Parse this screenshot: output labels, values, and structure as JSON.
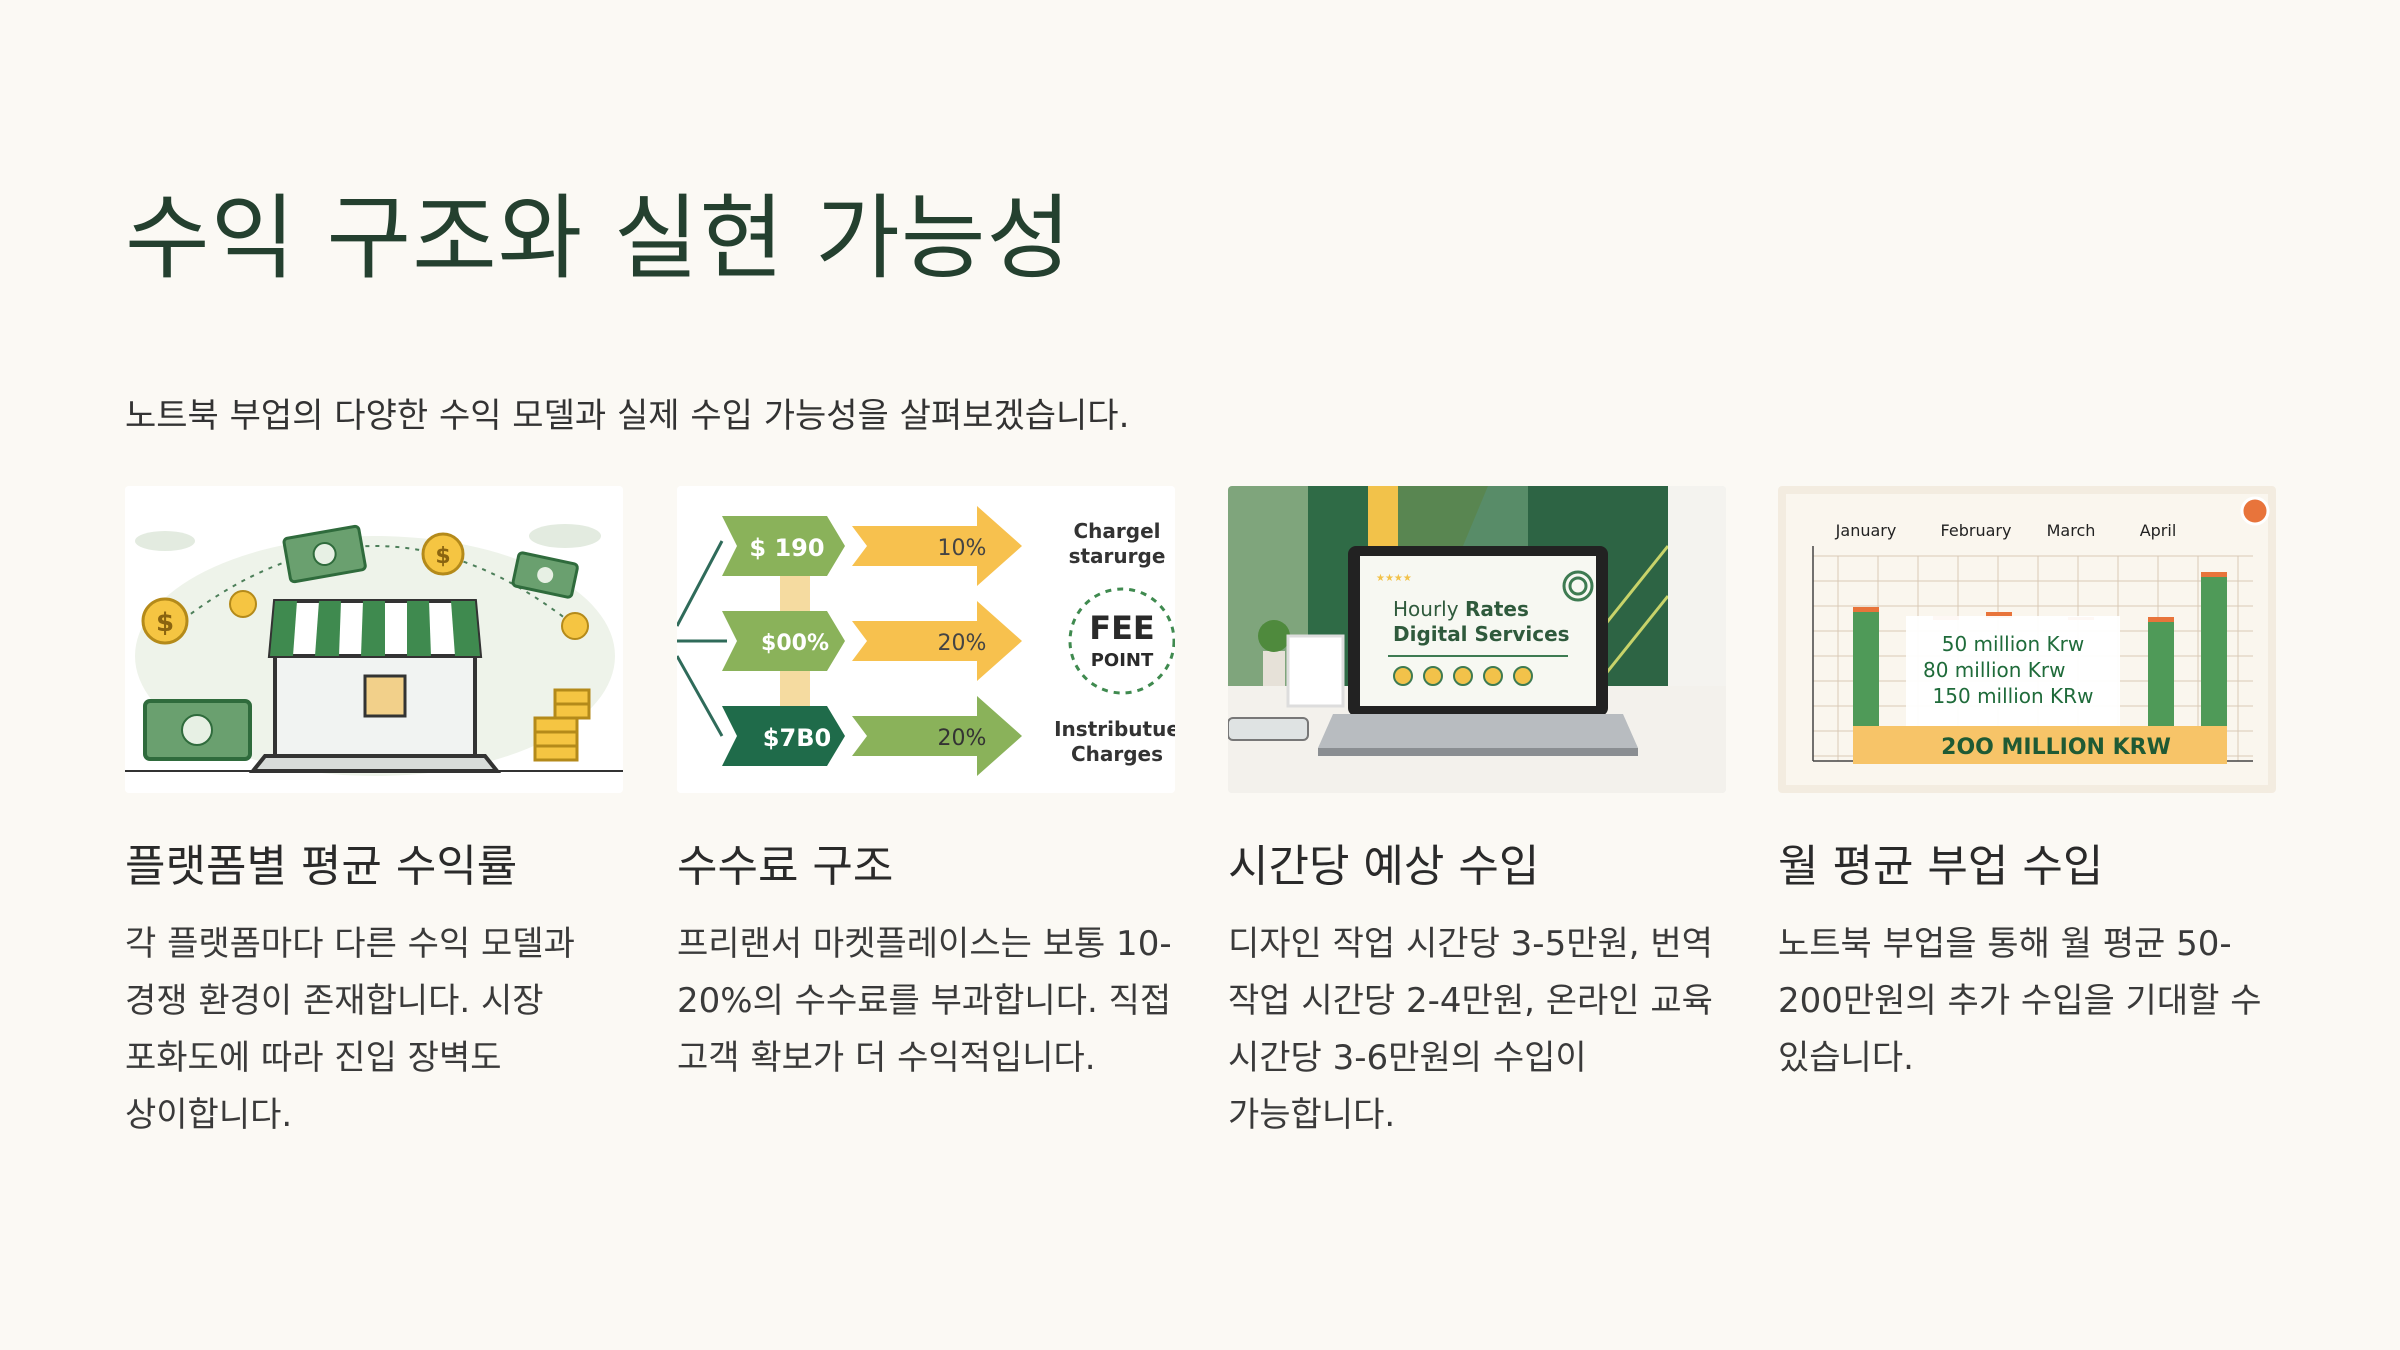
{
  "page": {
    "title": "수익 구조와 실현 가능성",
    "subtitle": "노트북 부업의 다양한 수익 모델과 실제 수입 가능성을 살펴보겠습니다."
  },
  "cards": [
    {
      "title": "플랫폼별 평균 수익률",
      "body": "각 플랫폼마다 다른 수익 모델과 경쟁 환경이 존재합니다. 시장 포화도에 따라 진입 장벽도 상이합니다.",
      "image": "storefront-laptop-money-illustration"
    },
    {
      "title": "수수료 구조",
      "body": "프리랜서 마켓플레이스는 보통 10-20%의 수수료를 부과합니다. 직접 고객 확보가 더 수익적입니다.",
      "image": "fee-structure-diagram",
      "image_labels": {
        "amounts": [
          "$ 190",
          "$00%",
          "$7B0"
        ],
        "percents": [
          "10%",
          "20%",
          "20%"
        ],
        "top_right": [
          "Chargel",
          "starurge"
        ],
        "fee": "FEE",
        "point": "POINT",
        "bottom_right": [
          "Instributue",
          "Charges"
        ]
      }
    },
    {
      "title": "시간당 예상 수입",
      "body": "디자인 작업 시간당 3-5만원, 번역 작업 시간당 2-4만원, 온라인 교육 시간당 3-6만원의 수입이 가능합니다.",
      "image": "laptop-hourly-rates-photo",
      "image_labels": {
        "screen_line1": "Hourly ",
        "screen_line1_bold": "Rates",
        "screen_line2": "Digital Services"
      }
    },
    {
      "title": "월 평균 부업 수입",
      "body": "노트북 부업을 통해 월 평균 50-200만원의 추가 수입을 기대할 수 있습니다.",
      "image": "monthly-income-bar-chart",
      "image_labels": {
        "months": [
          "January",
          "February",
          "March",
          "April"
        ],
        "notes": [
          "50 million Krw",
          "80 million Krw",
          "150 million KRw"
        ],
        "banner": "2OO MILLION KRW"
      }
    }
  ],
  "colors": {
    "title": "#24402f",
    "green": "#3f8a4f",
    "yellow": "#f7c14e",
    "background": "#fbf9f4"
  }
}
